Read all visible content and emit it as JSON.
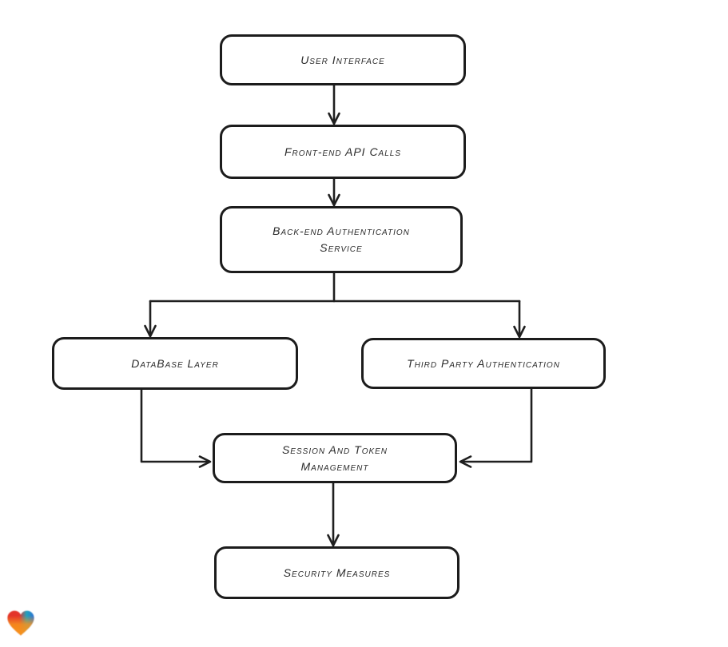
{
  "canvas": {
    "background_color": "#ffffff",
    "stroke_color": "#1f1f1f"
  },
  "nodes": [
    {
      "id": "user-interface",
      "label": "User Interface"
    },
    {
      "id": "front-end-api-calls",
      "label": "Front-end API Calls"
    },
    {
      "id": "back-end-authentication-service",
      "label": "Back-end Authentication Service"
    },
    {
      "id": "database-layer",
      "label": "DataBase Layer"
    },
    {
      "id": "third-party-authentication",
      "label": "Third Party Authentication"
    },
    {
      "id": "session-and-token-management",
      "label": "Session And Token Management"
    },
    {
      "id": "security-measures",
      "label": "Security Measures"
    }
  ],
  "edges": [
    {
      "from": "user-interface",
      "to": "front-end-api-calls"
    },
    {
      "from": "front-end-api-calls",
      "to": "back-end-authentication-service"
    },
    {
      "from": "back-end-authentication-service",
      "to": "database-layer"
    },
    {
      "from": "back-end-authentication-service",
      "to": "third-party-authentication"
    },
    {
      "from": "database-layer",
      "to": "session-and-token-management"
    },
    {
      "from": "third-party-authentication",
      "to": "session-and-token-management"
    },
    {
      "from": "session-and-token-management",
      "to": "security-measures"
    }
  ],
  "watermark": {
    "icon": "heart-icon",
    "colors": {
      "left": "#e3342b",
      "right_teal": "#1fa3bc",
      "right_blue": "#2f6fd6",
      "bottom": "#f7941d"
    }
  }
}
